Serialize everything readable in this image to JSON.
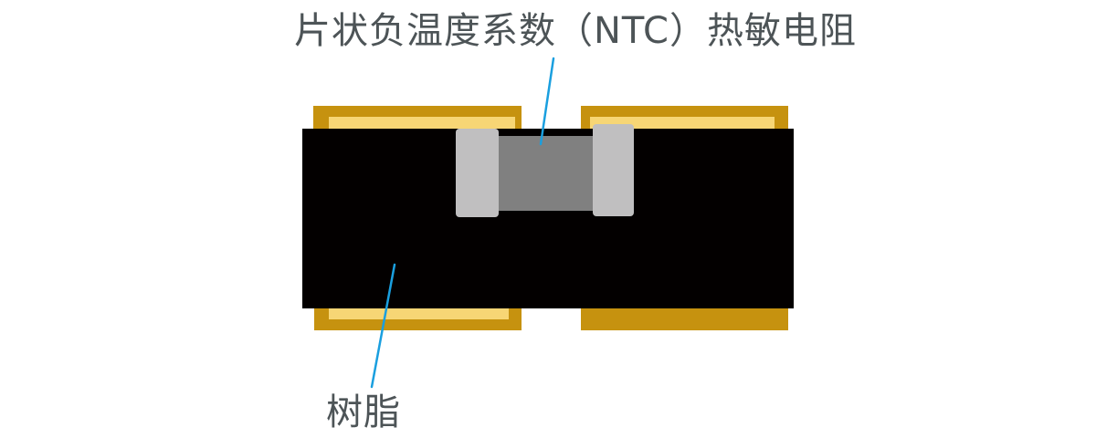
{
  "diagram": {
    "title": "Chip NTC thermistor cross-section",
    "labels": {
      "component": "片状负温度系数（NTC）热敏电阻",
      "resin": "树脂"
    },
    "colors": {
      "electrode_outer": "#c6920f",
      "electrode_inner": "#f7d675",
      "resin_body": "#030000",
      "thermistor_body": "#808080",
      "thermistor_terminal": "#c0bfc0",
      "leader_line": "#1a9fdf",
      "label_text": "#4d5457",
      "background": "#ffffff"
    },
    "parts": [
      "top-left-electrode",
      "top-right-electrode",
      "bottom-left-electrode",
      "bottom-right-electrode",
      "resin-body",
      "ntc-thermistor-element",
      "left-terminal",
      "right-terminal"
    ]
  }
}
